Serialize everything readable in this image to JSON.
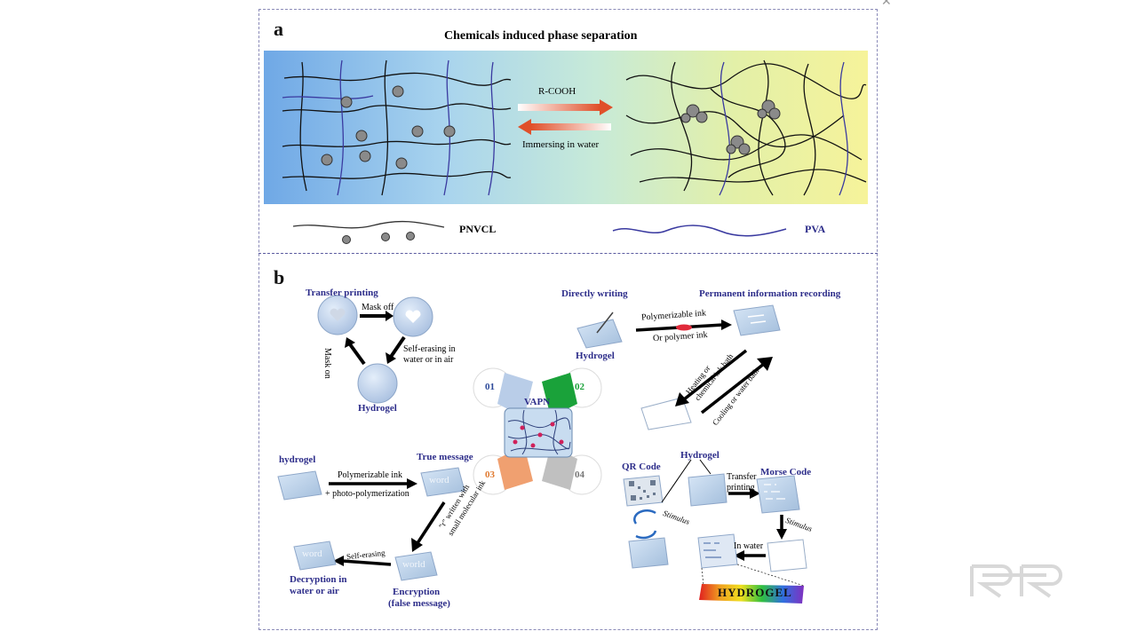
{
  "panel_a": {
    "letter": "a",
    "title": "Chemicals induced phase separation",
    "arrow_forward_label": "R-COOH",
    "arrow_back_label": "Immersing in water",
    "legend_pnvcl": "PNVCL",
    "legend_pva": "PVA"
  },
  "panel_b": {
    "letter": "b",
    "transfer": {
      "title": "Transfer printing",
      "mask_off": "Mask off",
      "self_erasing": "Self-erasing in",
      "self_erasing_2": "water or in air",
      "mask_on": "Mask on",
      "hydrogel": "Hydrogel"
    },
    "writing": {
      "directly_writing": "Directly writing",
      "permanent": "Permanent information recording",
      "polymerizable_ink": "Polymerizable ink",
      "or_polymer_ink": "Or polymer ink",
      "hydrogel": "Hydrogel",
      "heating_1": "Heating or",
      "heating_2": "chemical ink bath",
      "cooling": "Cooling or water bath"
    },
    "center": {
      "label": "VAPN",
      "n1": "01",
      "n2": "02",
      "n3": "03",
      "n4": "04"
    },
    "encryption": {
      "hydrogel": "hydrogel",
      "true_message": "True message",
      "polymerizable_ink": "Polymerizable ink",
      "photo_poly": "+ photo-polymerization",
      "word_true": "word",
      "written_1": "\"r\" written with",
      "written_2": "small molecular ink",
      "world": "world",
      "self_erasing": "Self-erasing",
      "word_decrypt": "word",
      "decryption_1": "Decryption in",
      "decryption_2": "water or air",
      "encryption_1": "Encryption",
      "encryption_2": "(false message)"
    },
    "codes": {
      "qr_code": "QR Code",
      "hydrogel": "Hydrogel",
      "morse_code": "Morse Code",
      "transfer": "Transfer",
      "printing": "printing",
      "stimulus_left": "Stimulus",
      "stimulus_right": "Stimulus",
      "in_water": "In water",
      "hydrogel_banner": "HYDROGEL"
    }
  },
  "colors": {
    "arrow_red": "#e0502a",
    "num_blue": "#2d4a9a",
    "num_green": "#1aa23a",
    "num_orange": "#e07a30",
    "num_gray": "#777777",
    "pva_blue": "#3a3aa0"
  },
  "icons": [
    "close-icon",
    "watermark-logo"
  ]
}
